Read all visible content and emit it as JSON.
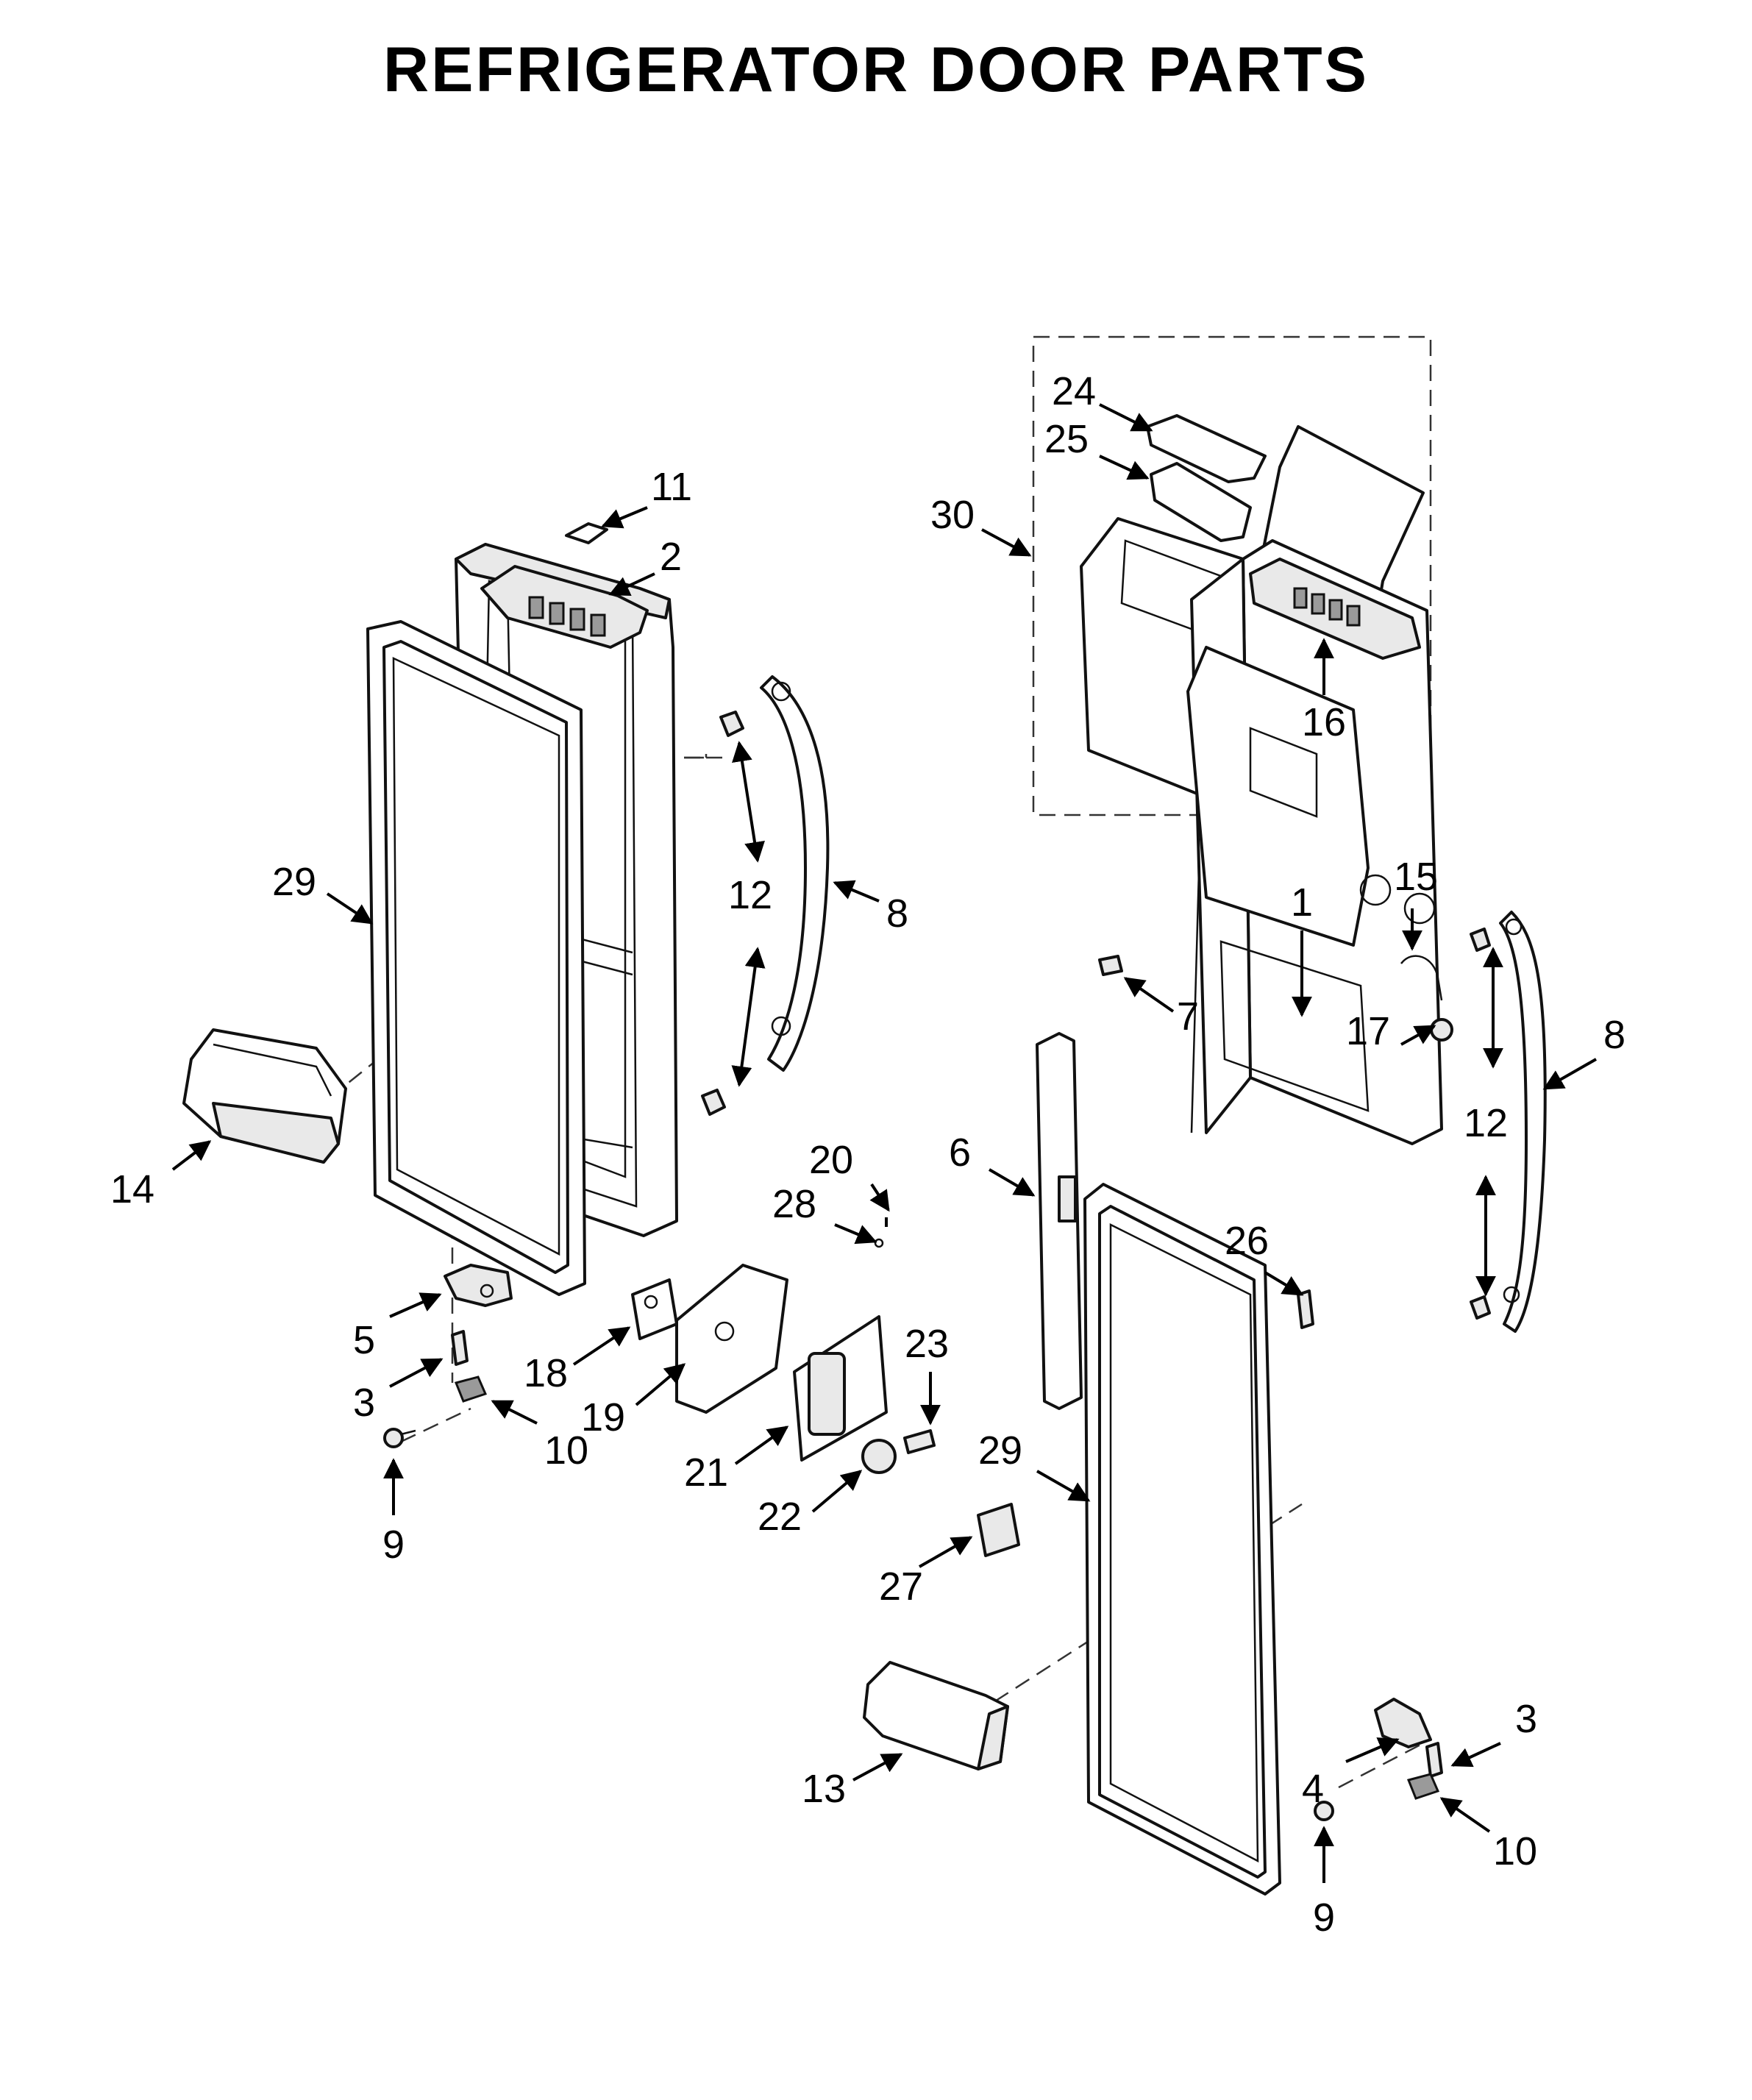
{
  "title": "REFRIGERATOR DOOR PARTS",
  "callouts": [
    {
      "id": "c11",
      "number": "11"
    },
    {
      "id": "c2",
      "number": "2"
    },
    {
      "id": "c29-left",
      "number": "29"
    },
    {
      "id": "c12-left",
      "number": "12"
    },
    {
      "id": "c8-left",
      "number": "8"
    },
    {
      "id": "c14",
      "number": "14"
    },
    {
      "id": "c5",
      "number": "5"
    },
    {
      "id": "c3-left",
      "number": "3"
    },
    {
      "id": "c10-left",
      "number": "10"
    },
    {
      "id": "c9-left",
      "number": "9"
    },
    {
      "id": "c18",
      "number": "18"
    },
    {
      "id": "c19",
      "number": "19"
    },
    {
      "id": "c20",
      "number": "20"
    },
    {
      "id": "c28",
      "number": "28"
    },
    {
      "id": "c21",
      "number": "21"
    },
    {
      "id": "c22",
      "number": "22"
    },
    {
      "id": "c23",
      "number": "23"
    },
    {
      "id": "c27",
      "number": "27"
    },
    {
      "id": "c24",
      "number": "24"
    },
    {
      "id": "c25",
      "number": "25"
    },
    {
      "id": "c30",
      "number": "30"
    },
    {
      "id": "c16",
      "number": "16"
    },
    {
      "id": "c15",
      "number": "15"
    },
    {
      "id": "c1",
      "number": "1"
    },
    {
      "id": "c17",
      "number": "17"
    },
    {
      "id": "c7",
      "number": "7"
    },
    {
      "id": "c6",
      "number": "6"
    },
    {
      "id": "c26",
      "number": "26"
    },
    {
      "id": "c12-right",
      "number": "12"
    },
    {
      "id": "c8-right",
      "number": "8"
    },
    {
      "id": "c29-right",
      "number": "29"
    },
    {
      "id": "c13",
      "number": "13"
    },
    {
      "id": "c4",
      "number": "4"
    },
    {
      "id": "c3-right",
      "number": "3"
    },
    {
      "id": "c10-right",
      "number": "10"
    },
    {
      "id": "c9-right",
      "number": "9"
    }
  ]
}
